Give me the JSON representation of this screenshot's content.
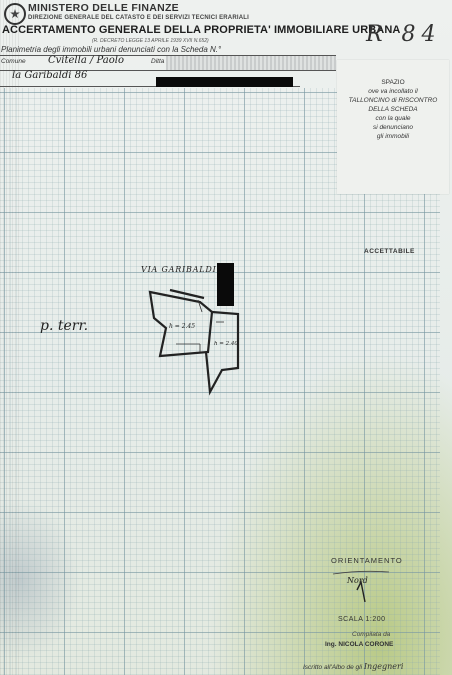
{
  "header": {
    "ministry": "MINISTERO DELLE FINANZE",
    "direzione": "DIREZIONE GENERALE DEL CATASTO E DEI SERVIZI TECNICI ERARIALI",
    "title": "ACCERTAMENTO GENERALE DELLA PROPRIETA' IMMOBILIARE URBANA",
    "decreto": "(R. DECRETO LEGGE 13 APRILE 1939 XVII N.652)",
    "planimetria": "Planimetria degli immobili urbani denunciati con la Scheda N.°",
    "comune_label": "Comune",
    "ditta_label": "Ditta",
    "comune_value": "Cvitella / Paolo",
    "address_value": "la Garibaldi 86"
  },
  "stamp": {
    "code": "R 84"
  },
  "spazio": {
    "title": "SPAZIO",
    "lines": [
      "ove va incollato il",
      "TALLONCINO di RISCONTRO",
      "DELLA SCHEDA",
      "con la quale",
      "si denunciano",
      "gli immobili"
    ]
  },
  "accettabile": "ACCETTABILE",
  "plan": {
    "street": "VIA GARIBALDI",
    "floor": "p. terr.",
    "height_left": "h = 2.45",
    "height_right": "h = 2.40"
  },
  "footer": {
    "orientamento": "ORIENTAMENTO",
    "north": "Nord",
    "scala": "SCALA 1:200",
    "compilata": "Compilata da",
    "geometra_label": "Ing.",
    "geometra_name": "NICOLA CORONE",
    "iscritto": "Iscritto all'Albo de gli",
    "iscritto_value": "Ingegneri"
  }
}
